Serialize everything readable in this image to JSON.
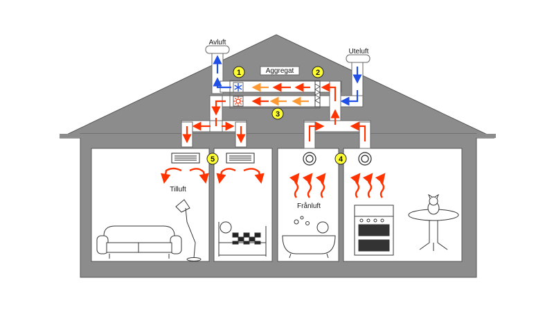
{
  "labels": {
    "avluft": "Avluft",
    "uteluft": "Uteluft",
    "aggregat": "Aggregat",
    "tilluft": "Tilluft",
    "franluft": "Frånluft"
  },
  "markers": [
    "1",
    "2",
    "3",
    "4",
    "5"
  ],
  "colors": {
    "house": "#8c8c8c",
    "room": "#ffffff",
    "duct": "#ffffff",
    "warm_air": "#ff3300",
    "cool_air": "#ff9933",
    "cold_air": "#1f4fe6",
    "marker_fill": "#ffff33"
  },
  "icons": [
    "snowflake-icon",
    "sun-heat-icon",
    "supply-grille-icon",
    "exhaust-valve-icon",
    "sofa-icon",
    "floor-lamp-icon",
    "bed-icon",
    "bathtub-icon",
    "stove-icon",
    "table-cat-icon"
  ]
}
